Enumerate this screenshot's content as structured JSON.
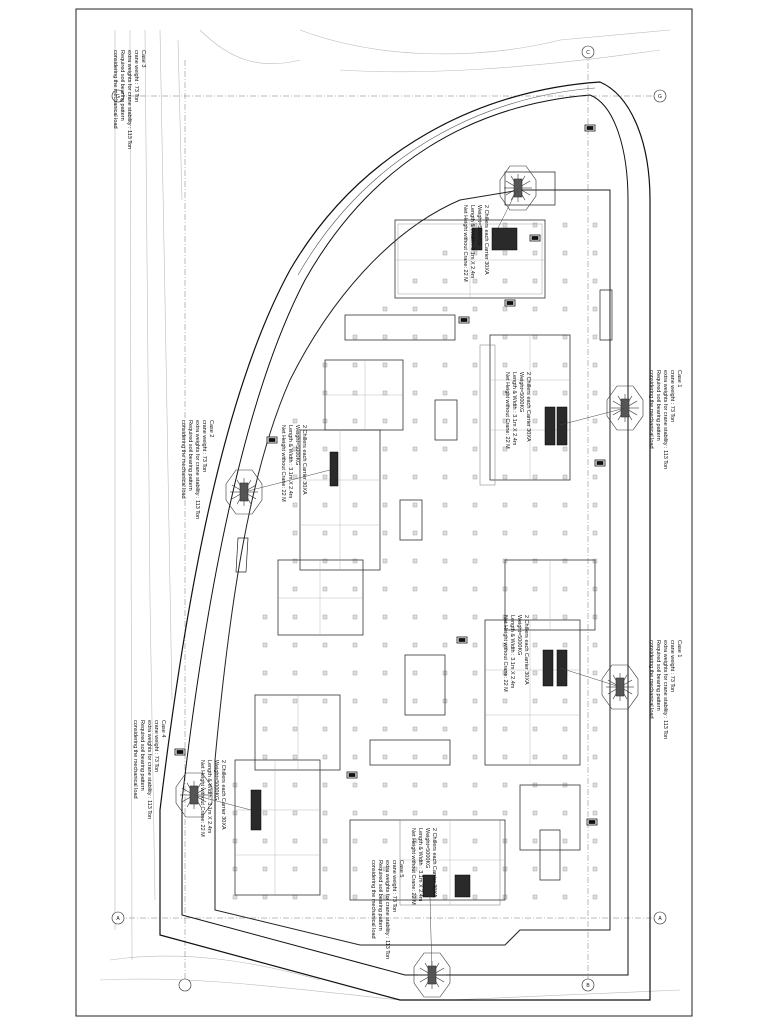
{
  "sheet": {
    "grid_labels": {
      "top_left": "G",
      "top_right": "G",
      "bottom_left": "A",
      "bottom_right": "A",
      "upper_mid_left": "C",
      "upper_mid_right": "C",
      "lower_mid_left": "B",
      "lower_mid_right": "B"
    }
  },
  "notes": {
    "left_top": [
      "Case 3",
      "crane weight : 73 Ton",
      "extra weights for crane stability : 113 Ton",
      "Required soil bearing pattern",
      "considering the mechanical load"
    ],
    "left_mid": [
      "Case 2",
      "crane weight : 73 Ton",
      "extra weights for crane stability : 113 Ton",
      "Required soil bearing pattern",
      "considering the mechanical load"
    ],
    "left_bottom": [
      "Case 4",
      "crane weight : 73 Ton",
      "extra weights for crane stability : 113 Ton",
      "Required soil bearing pattern",
      "considering the mechanical load"
    ],
    "right_upper": [
      "Case 1",
      "crane weight : 73 Ton",
      "extra weights for crane stability : 113 Ton",
      "Required soil bearing pattern",
      "considering the mechanical load"
    ],
    "right_lower": [
      "Case 1",
      "crane weight : 73 Ton",
      "extra weights for crane stability : 113 Ton",
      "Required soil bearing pattern",
      "considering the mechanical load"
    ],
    "bottom_center": [
      "Case 5",
      "crane weight : 73 Ton",
      "extra weights for crane stability : 113 Ton",
      "Required soil bearing pattern",
      "considering the mechanical load"
    ]
  },
  "chiller_labels": {
    "c1": [
      "2 Chillers each Carrier 30XA",
      "Weight=5000KG",
      "Length & Width : 3.1m X 2.4m",
      "Net Height without Crane: 22 M"
    ],
    "c2": [
      "2 Chillers each Carrier 30XA",
      "Weight=5000KG",
      "Length & Width : 3.1m X 2.4m",
      "Net Height without Crane: 22 M"
    ],
    "c3": [
      "2 Chillers each Carrier 30XA",
      "Weight=5000KG",
      "Length & Width : 3.1m X 2.4m",
      "Net Height without Crane: 22 M"
    ],
    "c4": [
      "2 Chillers each Carrier 30XA",
      "Weight=5000KG",
      "Length & Width : 3.1m X 2.4m",
      "Net Height without Crane: 22 M"
    ],
    "c5": [
      "2 Chillers each Carrier 30XA",
      "Weight=5000KG",
      "Length & Width : 3.1m X 2.4m",
      "Net Height without Crane: 22 M"
    ],
    "c6": [
      "2 Chillers each Carrier 30XA",
      "Weight=5000KG",
      "Length & Width : 3.1m X 2.4m",
      "Net Height without Crane: 22 M"
    ]
  }
}
